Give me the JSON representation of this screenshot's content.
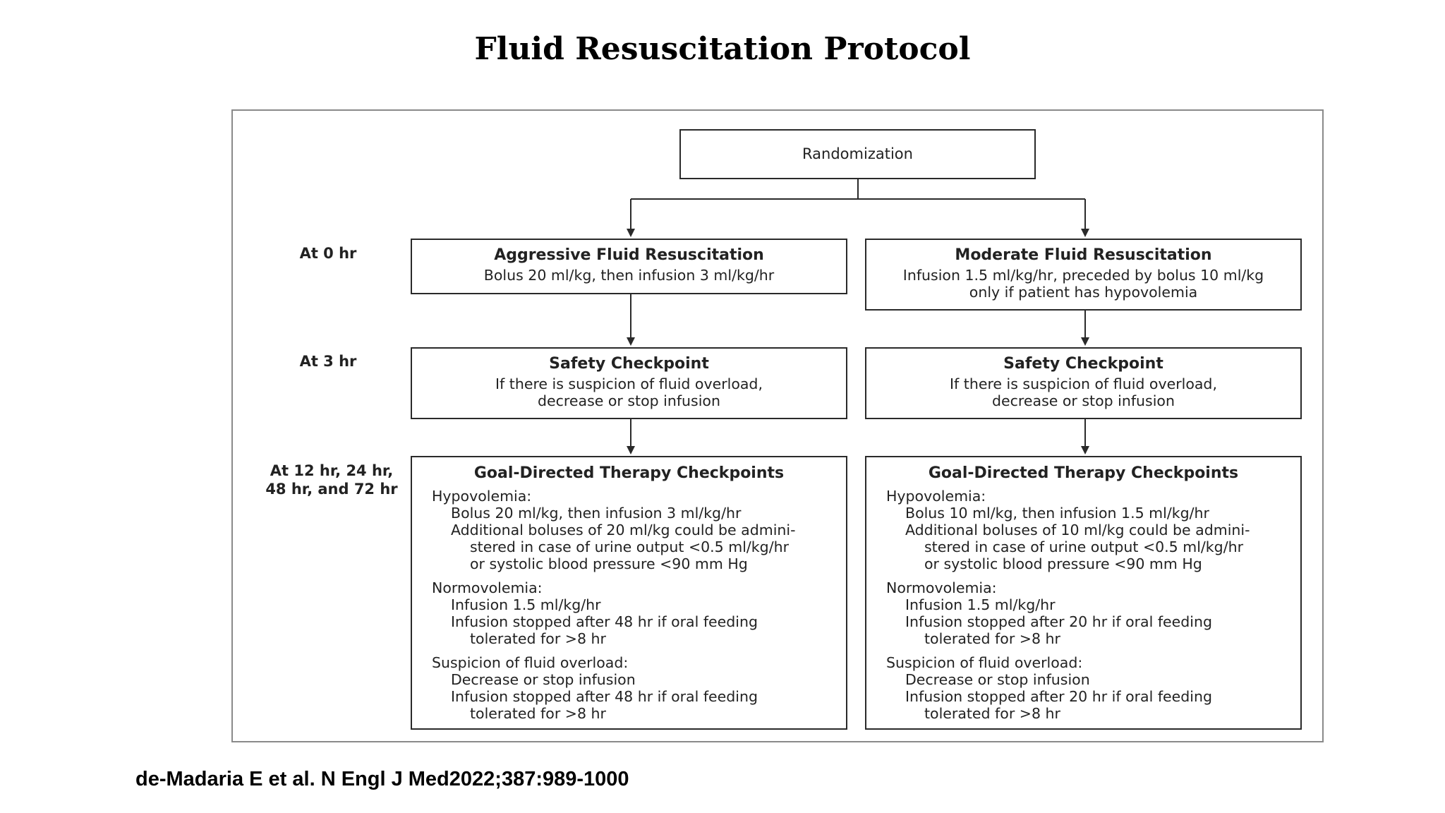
{
  "title": "Fluid Resuscitation Protocol",
  "randomization": "Randomization",
  "time_labels": {
    "t0": "At 0 hr",
    "t3": "At 3 hr",
    "t12_line1": "At 12 hr, 24 hr,",
    "t12_line2": "48 hr, and 72 hr"
  },
  "aggressive": {
    "heading": "Aggressive Fluid Resuscitation",
    "line1": "Bolus 20 ml/kg, then infusion 3 ml/kg/hr",
    "safety_heading": "Safety Checkpoint",
    "safety_line1": "If there is suspicion of fluid overload,",
    "safety_line2": "decrease or stop infusion",
    "goal": {
      "heading": "Goal-Directed Therapy Checkpoints",
      "hypo_label": "Hypovolemia:",
      "hypo_item1": "Bolus 20 ml/kg, then infusion 3 ml/kg/hr",
      "hypo_item2_a": "Additional boluses of 20 ml/kg could be admini-",
      "hypo_item2_b": "stered in case of urine output <0.5 ml/kg/hr",
      "hypo_item2_c": "or systolic blood pressure <90 mm Hg",
      "normo_label": "Normovolemia:",
      "normo_item1": "Infusion 1.5 ml/kg/hr",
      "normo_item2_a": "Infusion stopped after 48 hr if oral feeding",
      "normo_item2_b": "tolerated for >8 hr",
      "over_label": "Suspicion of fluid overload:",
      "over_item1": "Decrease or stop infusion",
      "over_item2_a": "Infusion stopped after 48 hr if oral feeding",
      "over_item2_b": "tolerated for >8 hr"
    }
  },
  "moderate": {
    "heading": "Moderate Fluid Resuscitation",
    "line1": "Infusion 1.5 ml/kg/hr, preceded by bolus 10 ml/kg",
    "line2": "only if patient has hypovolemia",
    "safety_heading": "Safety Checkpoint",
    "safety_line1": "If there is suspicion of fluid overload,",
    "safety_line2": "decrease or stop infusion",
    "goal": {
      "heading": "Goal-Directed Therapy Checkpoints",
      "hypo_label": "Hypovolemia:",
      "hypo_item1": "Bolus 10 ml/kg, then infusion 1.5 ml/kg/hr",
      "hypo_item2_a": "Additional boluses of 10 ml/kg could be admini-",
      "hypo_item2_b": "stered in case of urine output <0.5 ml/kg/hr",
      "hypo_item2_c": "or systolic blood pressure <90 mm Hg",
      "normo_label": "Normovolemia:",
      "normo_item1": "Infusion 1.5 ml/kg/hr",
      "normo_item2_a": "Infusion stopped after 20 hr if oral feeding",
      "normo_item2_b": "tolerated for >8 hr",
      "over_label": "Suspicion of fluid overload:",
      "over_item1": "Decrease or stop infusion",
      "over_item2_a": "Infusion stopped after 20 hr if oral feeding",
      "over_item2_b": "tolerated for >8 hr"
    }
  },
  "citation": "de-Madaria E et al. N Engl J Med2022;387:989-1000"
}
